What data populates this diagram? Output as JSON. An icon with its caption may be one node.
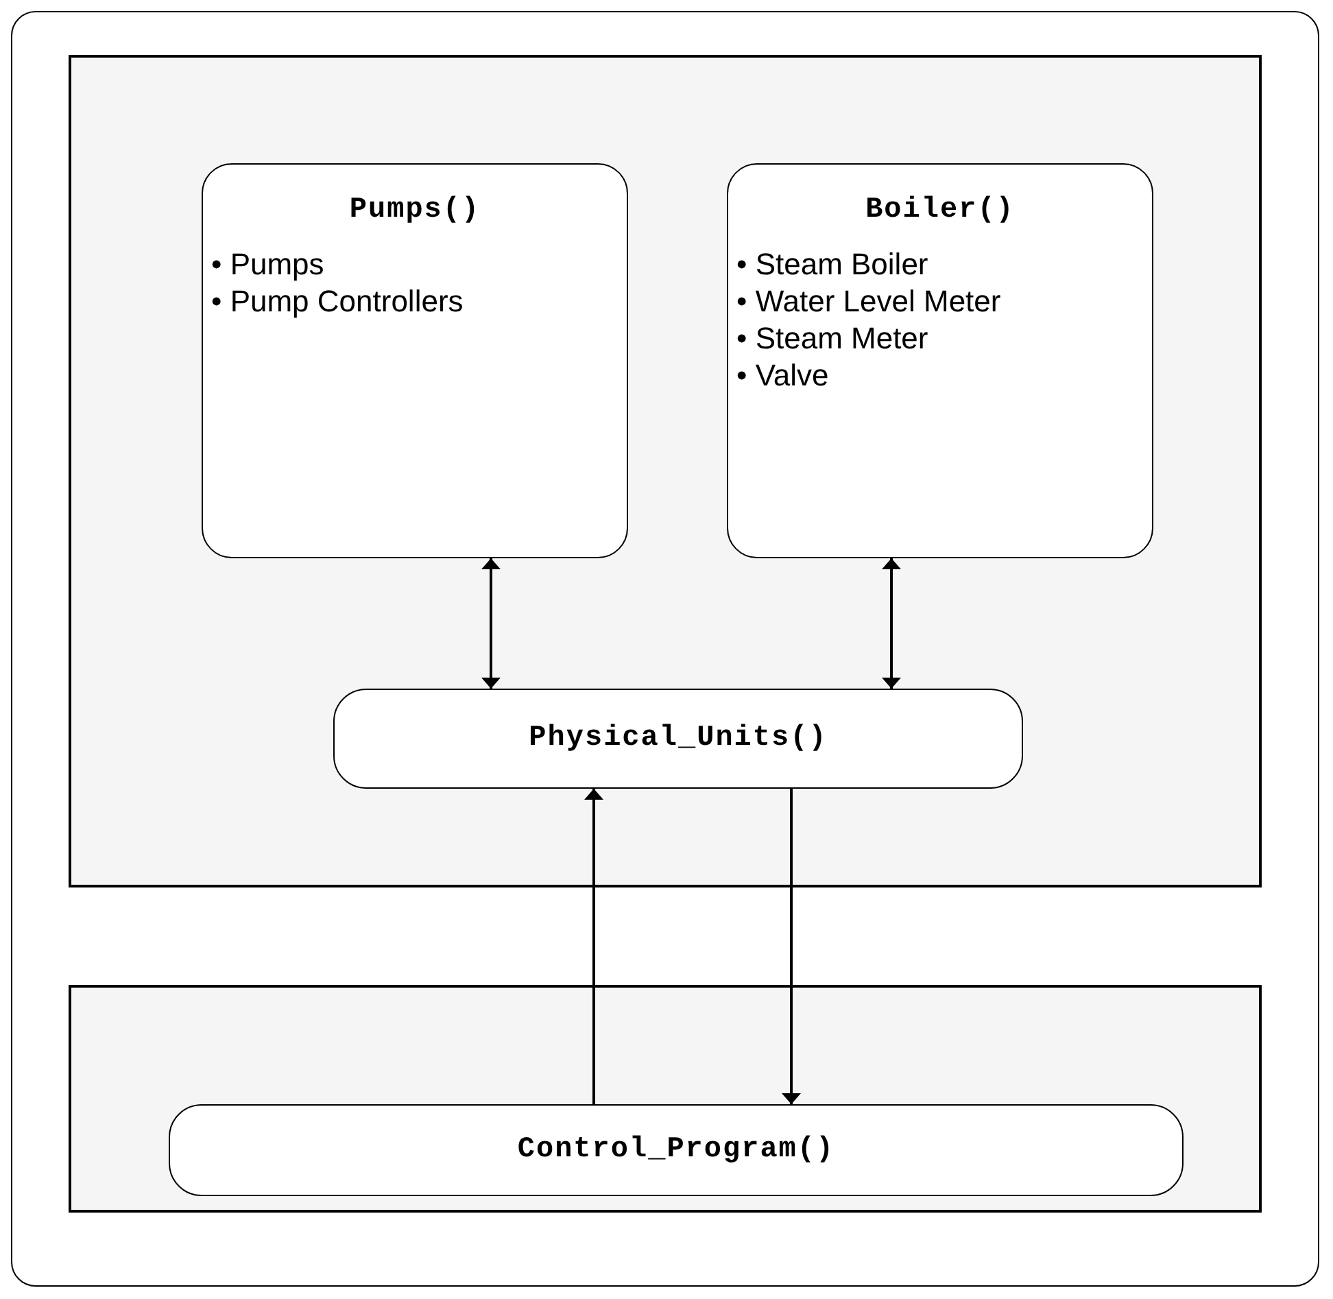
{
  "diagram": {
    "nodes": [
      {
        "text": [],
        "shape": "box"
      },
      {
        "text": [
          "Pumps()",
          "• Pumps",
          "• Pump Controllers"
        ],
        "in": 0
      },
      {
        "text": [
          "Boiler()",
          "• Steam Boiler",
          "• Water Level Meter",
          "• Steam Meter",
          "• Valve"
        ],
        "in": 0
      },
      {
        "text": [
          "Physical_Units()"
        ],
        "in": 0
      },
      {
        "text": [],
        "shape": "box"
      },
      {
        "text": [
          "Control_Program()"
        ],
        "in": 4
      }
    ],
    "edges": [
      {
        "from": 1,
        "to": 3,
        "arrow": "both"
      },
      {
        "from": 2,
        "to": 3,
        "arrow": "both"
      },
      {
        "from": 5,
        "to": 3,
        "arrow": "to"
      },
      {
        "from": 3,
        "to": 5,
        "arrow": "to"
      }
    ]
  }
}
